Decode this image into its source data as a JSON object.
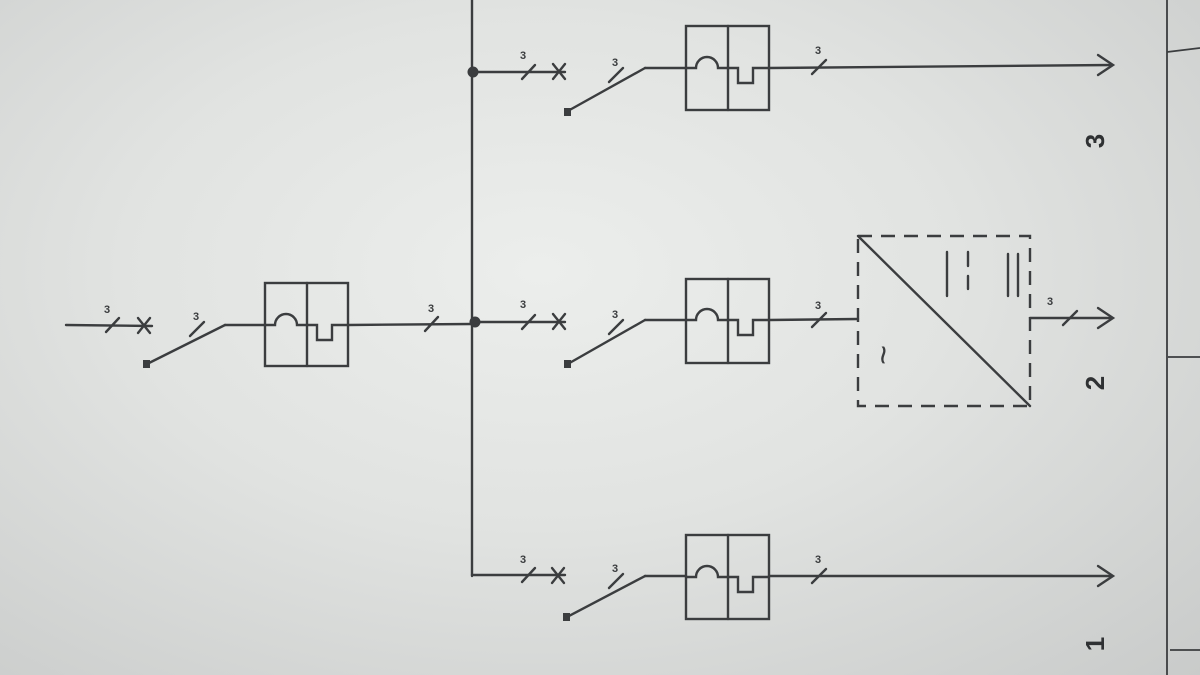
{
  "conductor_count": "3",
  "feeders": [
    {
      "number": "1"
    },
    {
      "number": "2"
    },
    {
      "number": "3"
    }
  ],
  "converter": {
    "ac_symbol": "~"
  },
  "colors": {
    "ink": "#3b3d3f",
    "paper": "#e4e6e4",
    "frame": "#6a6c6e"
  },
  "icons": [
    "disconnector-icon",
    "fuse-switch-icon",
    "earthing-switch-icon",
    "rectifier-icon",
    "arrow-icon",
    "junction-dot-icon"
  ]
}
